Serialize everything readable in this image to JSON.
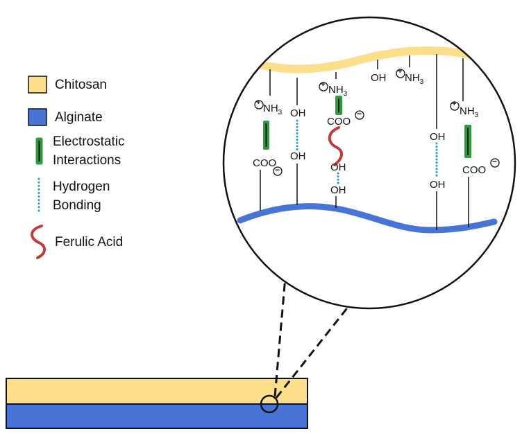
{
  "colors": {
    "chitosan": "#FCDE8B",
    "alginate": "#4774D6",
    "electrostatic_fill": "#2E9B3E",
    "hydrogen_bond": "#2A9DC0",
    "ferulic_acid": "#C23B3B",
    "outline": "#111111"
  },
  "legend": {
    "chitosan": {
      "label": "Chitosan",
      "icon": "yellow-square"
    },
    "alginate": {
      "label": "Alginate",
      "icon": "blue-square"
    },
    "electrostatic": {
      "line1": "Electrostatic",
      "line2": "Interactions",
      "icon": "green-bar"
    },
    "hydrogen": {
      "line1": "Hydrogen",
      "line2": "Bonding",
      "icon": "dotted-line"
    },
    "ferulic": {
      "label": "Ferulic Acid",
      "icon": "red-squiggle"
    }
  },
  "labels": {
    "nh3": "NH",
    "nh3_sub": "3",
    "oh": "OH",
    "coo": "COO",
    "plus": "+",
    "minus": "−"
  }
}
